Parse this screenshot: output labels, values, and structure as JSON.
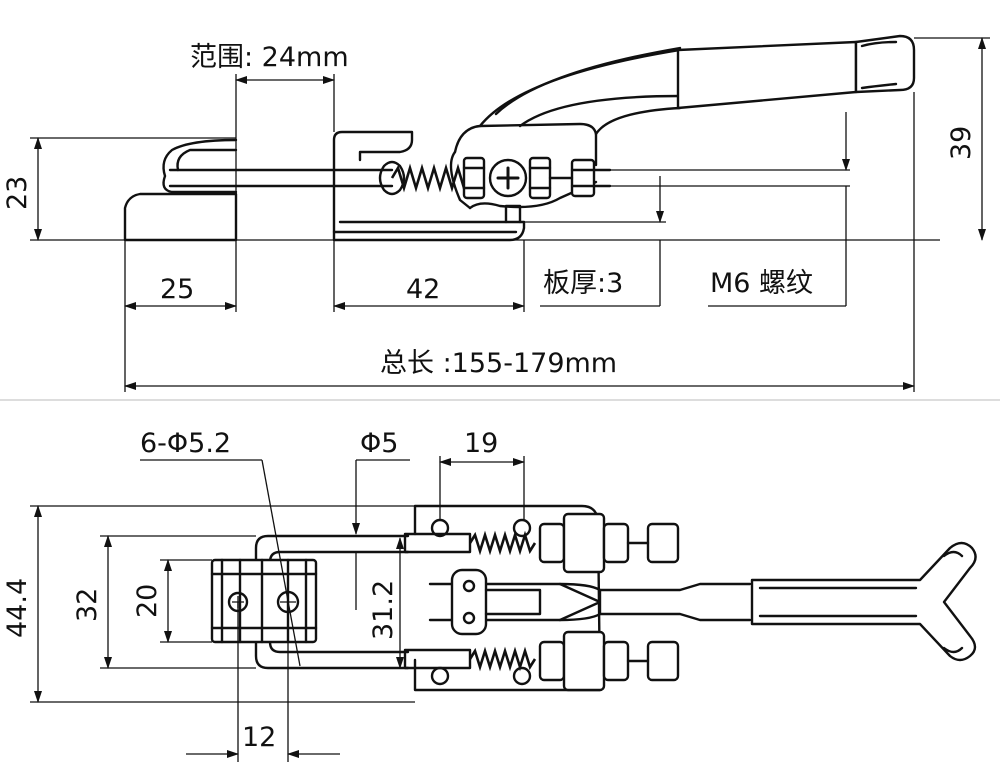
{
  "side_view": {
    "range_label": "范围: 24mm",
    "height_23": "23",
    "height_39": "39",
    "dim_25": "25",
    "dim_42": "42",
    "plate_thickness_label": "板厚:3",
    "thread_label": "M6 螺纹",
    "total_length_label": "总长 :155-179mm"
  },
  "top_view": {
    "holes_label": "6-Φ5.2",
    "pin_label": "Φ5",
    "dim_19": "19",
    "dim_44_4": "44.4",
    "dim_32": "32",
    "dim_20": "20",
    "dim_31_2": "31.2",
    "dim_12": "12"
  }
}
